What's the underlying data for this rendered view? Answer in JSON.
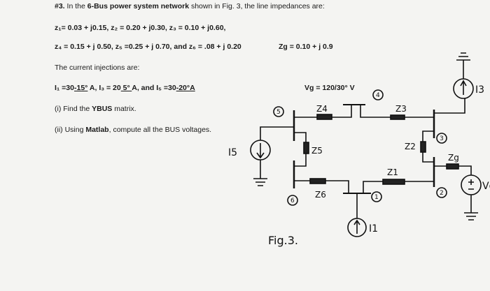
{
  "problem": {
    "number": "#3.",
    "intro_pre": "In the ",
    "intro_bold": "6-Bus power system network",
    "intro_post": " shown in Fig. 3, the line impedances are:",
    "impedances_line1": "z₁= 0.03 + j0.15, z₂ = 0.20 + j0.30, z₃ = 0.10 + j0.60,",
    "impedances_line2": "z₄ = 0.15 + j 0.50, z₅ =0.25 + j 0.70, and z₆ = .08 + j 0.20",
    "zg": "Zg = 0.10 + j 0.9",
    "currents_heading": "The current injections are:",
    "i1_label": "I₁ =30",
    "i1_angle": "-15°",
    "i3_label": "A,  I₃ = 20",
    "i3_angle": " 5° ",
    "i5_label": "A,  and I₅ =30",
    "i5_angle": "-20°",
    "i5_unit": "A",
    "vg": "Vg = 120/30°  V",
    "task1_pre": "(i) Find the ",
    "task1_bold": "YBUS",
    "task1_post": " matrix.",
    "task2_pre": "(ii) Using ",
    "task2_bold": "Matlab",
    "task2_post": ", compute all the BUS voltages."
  },
  "figure": {
    "caption": "Fig.3.",
    "bus_labels": [
      "1",
      "2",
      "3",
      "4",
      "5",
      "6"
    ],
    "impedance_labels": {
      "z1": "Z1",
      "z2": "Z2",
      "z3": "Z3",
      "z4": "Z4",
      "z5": "Z5",
      "z6": "Z6",
      "zg": "Zg"
    },
    "source_labels": {
      "i1": "I1",
      "i3": "I3",
      "i5": "I5",
      "vg": "Vg"
    }
  }
}
